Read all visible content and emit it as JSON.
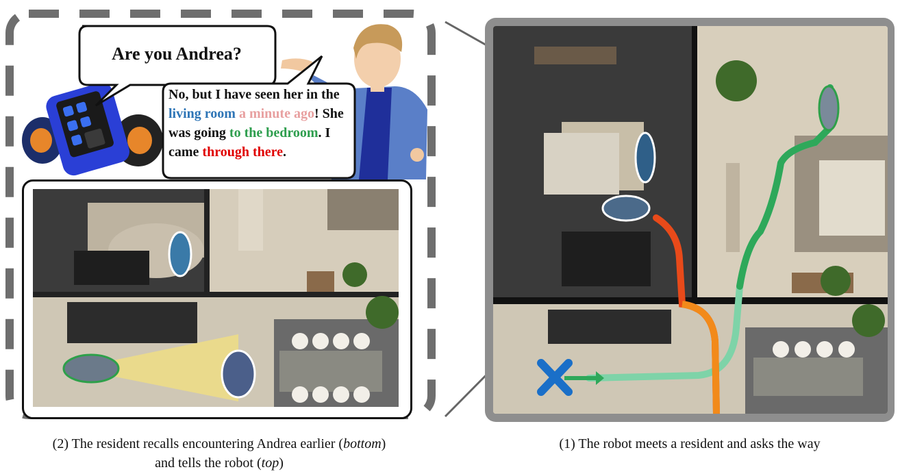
{
  "question": "Are you Andrea?",
  "answer": {
    "part1": "No, but I have seen her in the ",
    "living_room": "living room",
    "space1": " ",
    "minute_ago": "a minute ago",
    "part2": "! She was going ",
    "to_bedroom": "to the bedroom",
    "part3": ". I came ",
    "through_there": "through there",
    "part4": "."
  },
  "caption_left": {
    "line1_a": "(2) The resident recalls encountering Andrea earlier (",
    "line1_em": "bottom",
    "line1_b": ")",
    "line2_a": "and tells the robot (",
    "line2_em": "top",
    "line2_b": ")"
  },
  "caption_right": "(1) The robot meets a resident and asks the way",
  "colors": {
    "living_room": "#2e75b6",
    "minute_ago": "#e8a0a0",
    "to_bedroom": "#2e9e4e",
    "through_there": "#e00000",
    "frame_gray": "#7a7a7a"
  }
}
